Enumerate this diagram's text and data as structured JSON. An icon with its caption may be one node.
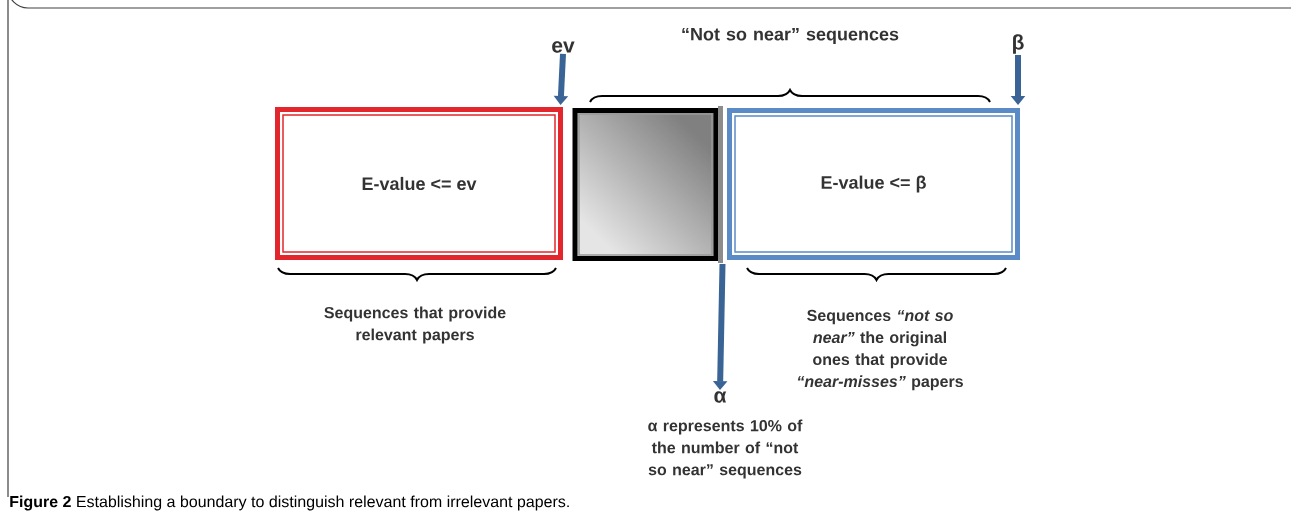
{
  "diagram": {
    "caption": "**Figure 2** Establishing a boundary to distinguish relevant from irrelevant papers.",
    "nodes": [
      {
        "text": [
          "E-value <= ev"
        ]
      },
      {
        "text": [],
        "shape": "box"
      },
      {
        "text": [
          "E-value <= β"
        ]
      },
      {
        "text": [
          "ev"
        ]
      },
      {
        "text": [
          "β"
        ]
      },
      {
        "text": [
          "α"
        ]
      }
    ],
    "edges": [
      {
        "from": 3,
        "to": 1,
        "arrow": "to"
      },
      {
        "from": 4,
        "to": 2,
        "arrow": "to"
      },
      {
        "from": 1,
        "to": 5,
        "arrow": "to"
      }
    ],
    "labels": [
      "“Not so near” sequences",
      "Sequences that provide relevant papers",
      "Sequences *“not so near”* the original ones that provide *“near-misses”* papers",
      "α represents 10% of the number of “not so near” sequences"
    ]
  }
}
